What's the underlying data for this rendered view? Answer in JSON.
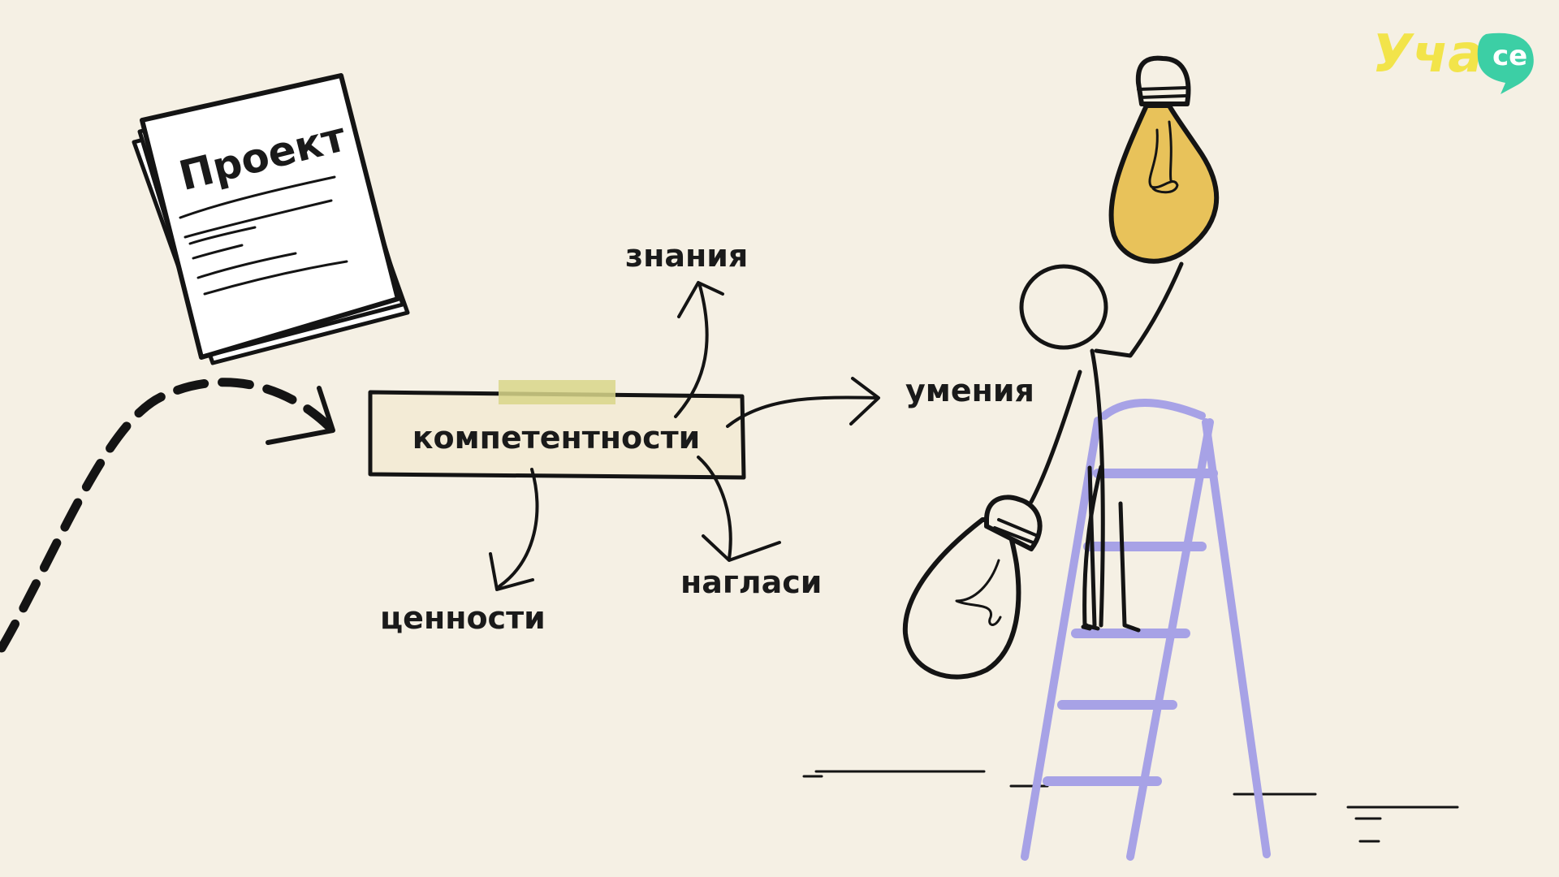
{
  "logo": {
    "text": "Уча",
    "badge": "се",
    "color": "#f2e44a",
    "badge_color": "#3ccfa5"
  },
  "document": {
    "title": "Проект"
  },
  "diagram": {
    "center": "компетентности",
    "branches": {
      "up": "знания",
      "right": "умения",
      "down_left": "ценности",
      "down_right": "нагласи"
    }
  },
  "colors": {
    "background": "#f5f0e4",
    "ink": "#141414",
    "box_fill": "#f3ebd6",
    "tape": "#d8d68a",
    "bulb_lit": "#e8c25a",
    "ladder": "#a7a2e6"
  },
  "icons": [
    "document-stack-icon",
    "dashed-arrow-icon",
    "lit-bulb-icon",
    "unlit-bulb-icon",
    "stick-figure-icon",
    "ladder-icon"
  ]
}
